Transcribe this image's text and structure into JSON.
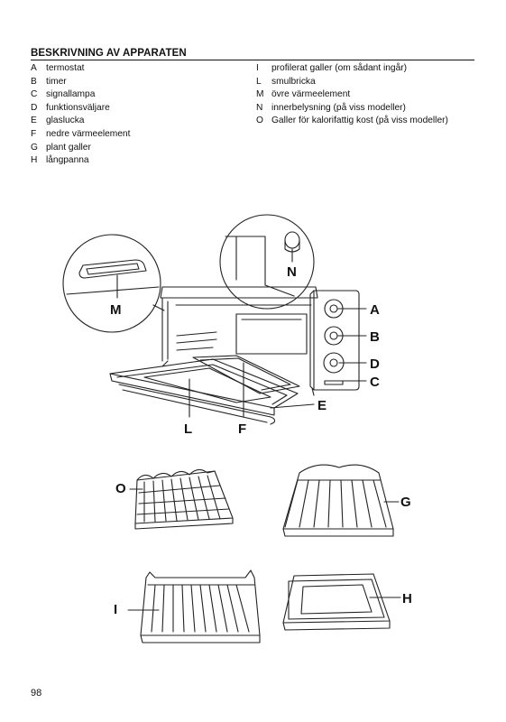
{
  "heading": "BESKRIVNING AV APPARATEN",
  "parts_left": [
    {
      "key": "A",
      "label": "termostat"
    },
    {
      "key": "B",
      "label": "timer"
    },
    {
      "key": "C",
      "label": "signallampa"
    },
    {
      "key": "D",
      "label": "funktionsväljare"
    },
    {
      "key": "E",
      "label": "glaslucka"
    },
    {
      "key": "F",
      "label": "nedre värmeelement"
    },
    {
      "key": "G",
      "label": "plant galler"
    },
    {
      "key": "H",
      "label": "långpanna"
    }
  ],
  "parts_right": [
    {
      "key": "I",
      "label": "profilerat galler (om sådant ingår)"
    },
    {
      "key": "L",
      "label": "smulbricka"
    },
    {
      "key": "M",
      "label": "övre värmeelement"
    },
    {
      "key": "N",
      "label": "innerbelysning (på viss modeller)"
    },
    {
      "key": "O",
      "label": "Galler för kalorifattig kost (på viss modeller)"
    }
  ],
  "callouts": {
    "A": "A",
    "B": "B",
    "C": "C",
    "D": "D",
    "E": "E",
    "F": "F",
    "G": "G",
    "H": "H",
    "I": "I",
    "L": "L",
    "M": "M",
    "N": "N",
    "O": "O"
  },
  "page_number": "98"
}
